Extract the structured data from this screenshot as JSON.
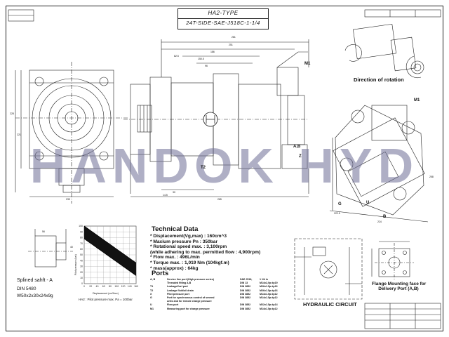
{
  "title": {
    "line1": "HA2-TYPE",
    "line2": "24T-SIDE-SAE-J518C-1-1/4"
  },
  "watermark": "HANDOK HYD",
  "labels": {
    "direction_of_rotation": "Direction of rotation",
    "hydraulic_circuit": "HYDRAULIC CIRCUIT",
    "flange_mounting": [
      "Flange Mounting face for",
      "Delivery Port (A,B)"
    ],
    "splined_shaft": "Splined sahft - A",
    "din": "DIN 5480",
    "spline_spec": "W50x2x30x24x9g",
    "graph_caption": "HA2 : Pilot pressure max.  Pa = 100bar",
    "m1_top": "M1",
    "m1_right": "M1",
    "ab": "A,B",
    "t2": "T2",
    "z": "Z",
    "g": "G",
    "b": "B",
    "u": "U"
  },
  "tech_data": {
    "title": "Technical Data",
    "specs": [
      "* Displacement(Vg,max) : 160cm^3",
      "* Maxium pressure Pn : 350bar",
      "* Rotational speed max. : 3,100rpm",
      "  (while adhering to max. permitted flow : 4,900rpm)",
      "* Flow max. : 496L/min",
      "* Torque max. : 1,019 Nm (104kgf.m)",
      "* mass(approx) : 64kg"
    ]
  },
  "ports": {
    "title": "Ports",
    "rows": [
      {
        "id": "A, B",
        "desc": "Service  line port (High pressure series)",
        "std": "SAE J518,",
        "size": "1 1/4 in"
      },
      {
        "id": "",
        "desc": "Threaded fitting A,B",
        "std": "DIN 13",
        "size": "M14x2,0p dp19"
      },
      {
        "id": "T1",
        "desc": "Leakage/fuel port",
        "std": "DIN 3852",
        "size": "M26x1.5p dp16"
      },
      {
        "id": "T2",
        "desc": "Leakage fluid/oil drain",
        "std": "DIN 3852",
        "size": "M26x1.5p dp16"
      },
      {
        "id": "X",
        "desc": "Pilot pressure port",
        "std": "DIN 3852",
        "size": "M14x1.5p dp12"
      },
      {
        "id": "G",
        "desc": "Port for synchronous control of several",
        "std": "DIN 3852",
        "size": "M14x1.5p dp12"
      },
      {
        "id": "",
        "desc": "units and for remote charge pressure",
        "std": "",
        "size": ""
      },
      {
        "id": "U",
        "desc": "Flow port",
        "std": "DIN 3852",
        "size": "M22x1.5p dp14"
      },
      {
        "id": "M1",
        "desc": "Measuring port for charge pressure",
        "std": "DIN 3852",
        "size": "M14x1.5p dp12"
      }
    ]
  },
  "dims": {
    "d1": "281",
    "d2": "251",
    "d3": "186",
    "d4": "150.5",
    "d5": "96",
    "d6": "82.5",
    "d7": "265",
    "d8": "30",
    "d9": "14.5",
    "d10": "233",
    "d11": "224",
    "d12": "222.5",
    "d13": "56",
    "d14": "40",
    "d15": "228",
    "d16": "221",
    "d17": "258"
  },
  "chart_data": {
    "type": "line",
    "title": "",
    "xlabel": "Displacement (cm3/rev)",
    "ylabel": "Pilot pressure (bar)",
    "x_ticks": [
      "0",
      "20",
      "40",
      "60",
      "80",
      "100",
      "120",
      "140",
      "160"
    ],
    "y_ticks": [
      "0",
      "10",
      "20",
      "30",
      "40",
      "50",
      "60",
      "70",
      "80",
      "90",
      "100"
    ],
    "xlim": [
      0,
      160
    ],
    "ylim": [
      0,
      100
    ],
    "series": [
      {
        "x": [
          0,
          20,
          40,
          60,
          80,
          100,
          120,
          140,
          160
        ],
        "y": [
          100,
          92,
          84,
          76,
          68,
          60,
          52,
          44,
          36
        ]
      },
      {
        "x": [
          0,
          20,
          40,
          60,
          80,
          100,
          120,
          140,
          160
        ],
        "y": [
          78,
          70,
          62,
          54,
          46,
          38,
          30,
          22,
          14
        ]
      }
    ]
  }
}
